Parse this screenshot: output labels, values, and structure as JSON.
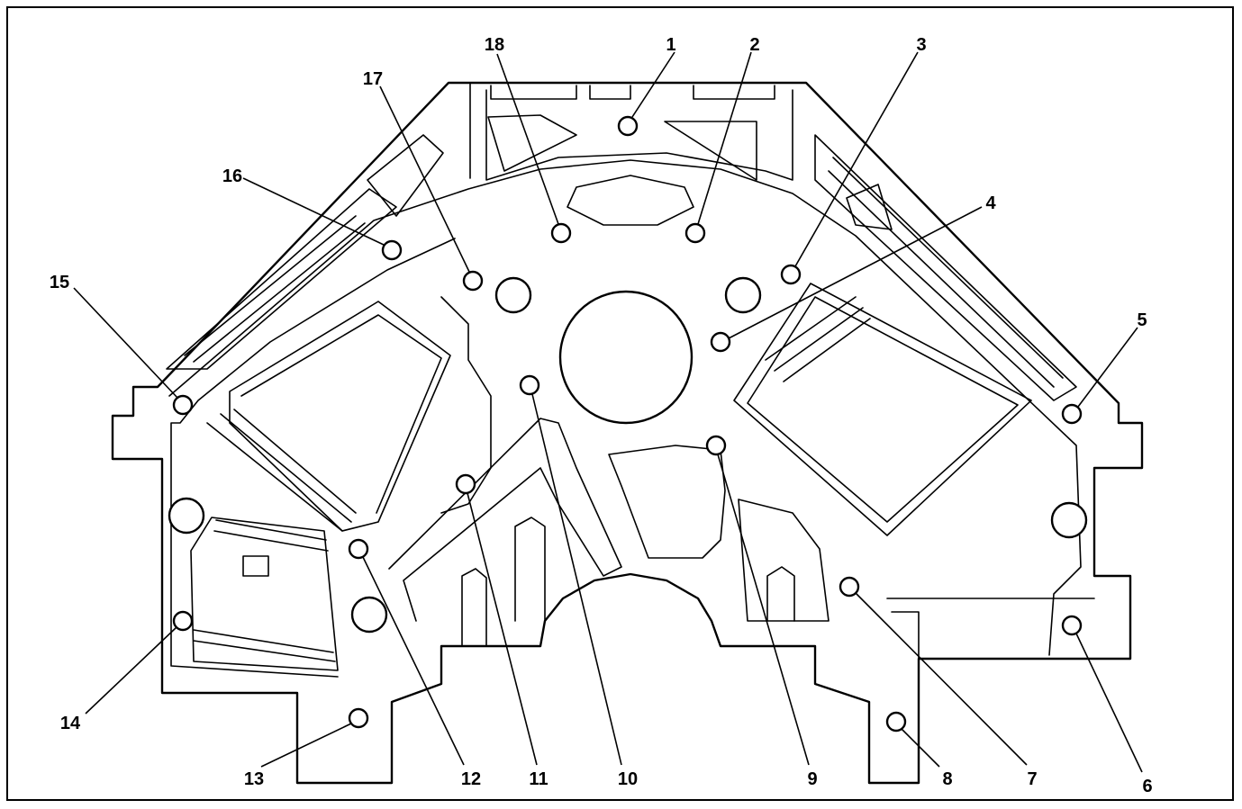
{
  "figure": {
    "callouts": [
      {
        "id": "callout-1",
        "label": "1"
      },
      {
        "id": "callout-2",
        "label": "2"
      },
      {
        "id": "callout-3",
        "label": "3"
      },
      {
        "id": "callout-4",
        "label": "4"
      },
      {
        "id": "callout-5",
        "label": "5"
      },
      {
        "id": "callout-6",
        "label": "6"
      },
      {
        "id": "callout-7",
        "label": "7"
      },
      {
        "id": "callout-8",
        "label": "8"
      },
      {
        "id": "callout-9",
        "label": "9"
      },
      {
        "id": "callout-10",
        "label": "10"
      },
      {
        "id": "callout-11",
        "label": "11"
      },
      {
        "id": "callout-12",
        "label": "12"
      },
      {
        "id": "callout-13",
        "label": "13"
      },
      {
        "id": "callout-14",
        "label": "14"
      },
      {
        "id": "callout-15",
        "label": "15"
      },
      {
        "id": "callout-16",
        "label": "16"
      },
      {
        "id": "callout-17",
        "label": "17"
      },
      {
        "id": "callout-18",
        "label": "18"
      }
    ]
  }
}
